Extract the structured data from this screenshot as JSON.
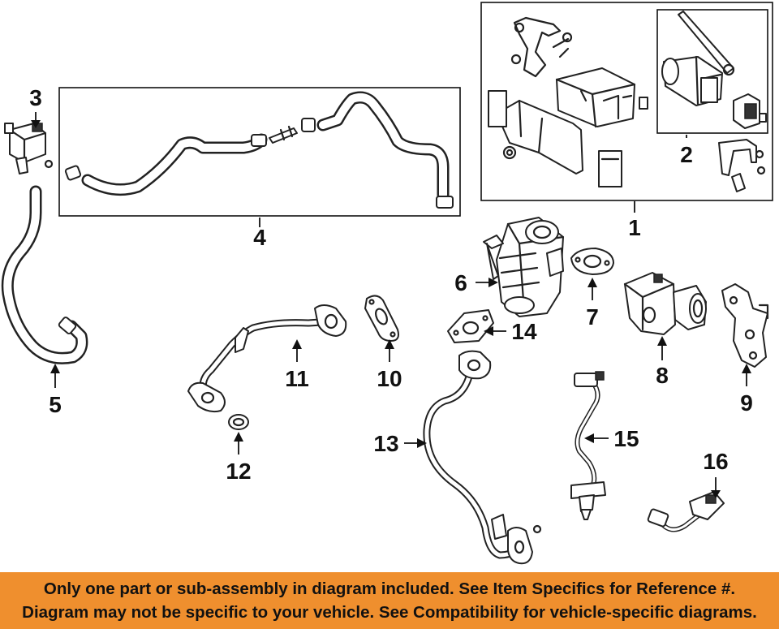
{
  "callouts": {
    "c1": "1",
    "c2": "2",
    "c3": "3",
    "c4": "4",
    "c5": "5",
    "c6": "6",
    "c7": "7",
    "c8": "8",
    "c9": "9",
    "c10": "10",
    "c11": "11",
    "c12": "12",
    "c13": "13",
    "c14": "14",
    "c15": "15",
    "c16": "16"
  },
  "banner": {
    "line1": "Only one part or sub-assembly in diagram included. See Item Specifics for Reference #.",
    "line2": "Diagram may not be specific to your vehicle. See Compatibility for vehicle-specific diagrams.",
    "background": "#ef8f2e"
  }
}
